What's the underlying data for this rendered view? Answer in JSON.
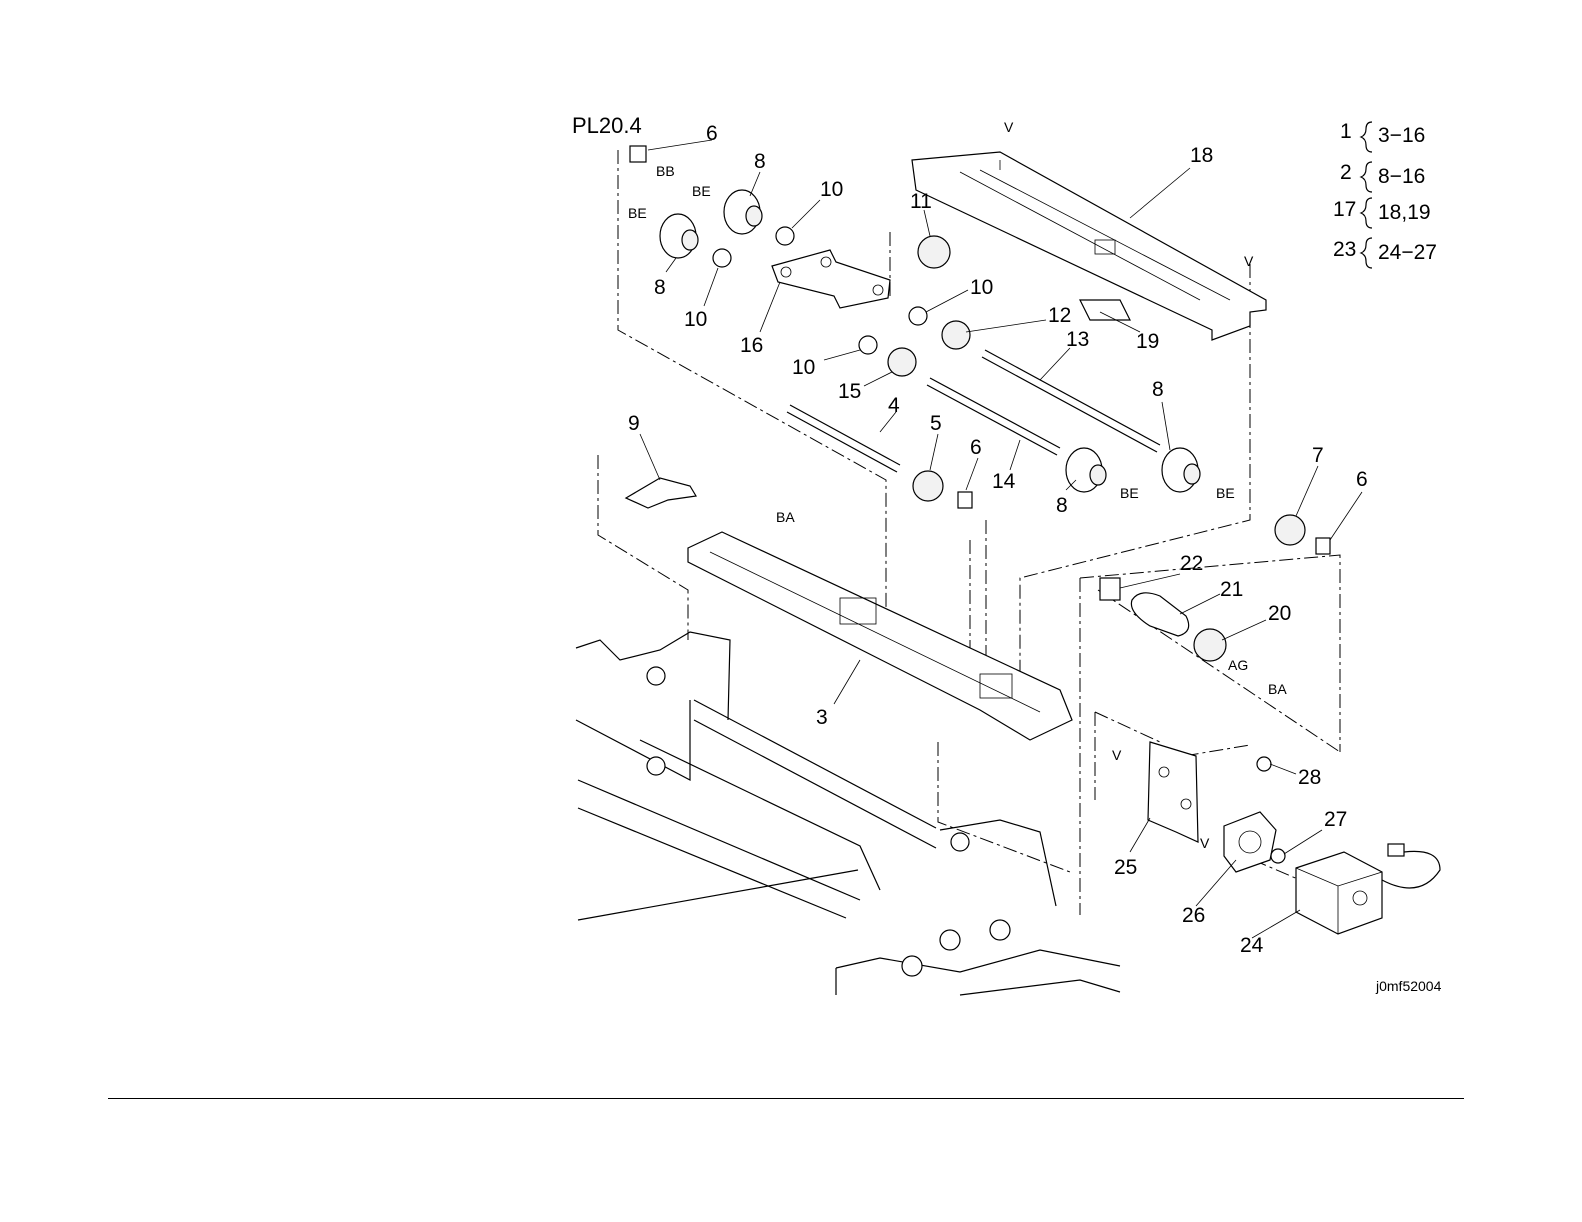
{
  "diagram": {
    "plate_title": "PL20.4",
    "figure_id": "j0mf52004",
    "sets": [
      {
        "item": "1",
        "range": "3−16"
      },
      {
        "item": "2",
        "range": "8−16"
      },
      {
        "item": "17",
        "range": "18,19"
      },
      {
        "item": "23",
        "range": "24−27"
      }
    ],
    "callouts": {
      "c6a": "6",
      "c8a": "8",
      "c10a": "10",
      "c11": "11",
      "c18": "18",
      "c8b": "8",
      "c10b": "10",
      "c16": "16",
      "c10c": "10",
      "c12": "12",
      "c13": "13",
      "c19": "19",
      "c10d": "10",
      "c15": "15",
      "c4": "4",
      "c9": "9",
      "c5": "5",
      "c6b": "6",
      "c14": "14",
      "c8c": "8",
      "c8d": "8",
      "c7": "7",
      "c6c": "6",
      "c22": "22",
      "c21": "21",
      "c20": "20",
      "c3": "3",
      "c28": "28",
      "c27": "27",
      "c25": "25",
      "c26": "26",
      "c24": "24"
    },
    "codes": {
      "bb": "BB",
      "be1": "BE",
      "be2": "BE",
      "ba1": "BA",
      "be3": "BE",
      "be4": "BE",
      "ag": "AG",
      "ba2": "BA"
    },
    "v_marks": {
      "v1": "V",
      "v2": "V",
      "v3": "V",
      "v4": "V"
    }
  }
}
